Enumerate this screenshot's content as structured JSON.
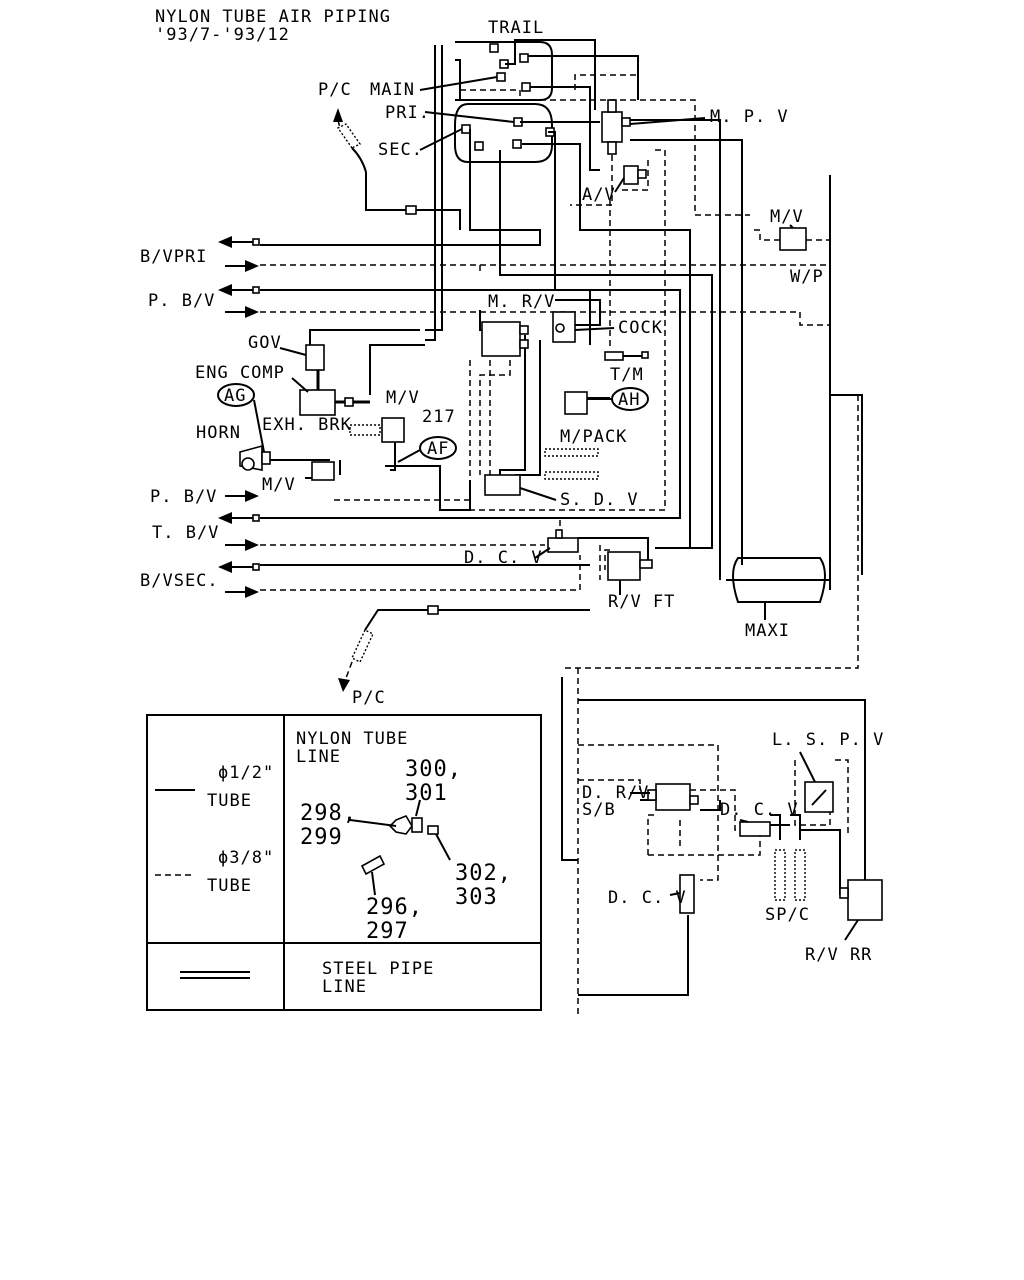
{
  "title": {
    "line1": "NYLON TUBE AIR PIPING",
    "line2": "'93/7-'93/12"
  },
  "labels": {
    "trail": "TRAIL",
    "pc_top": "P/C",
    "main": "MAIN",
    "pri": "PRI.",
    "sec": "SEC.",
    "mpv": "M. P. V",
    "av": "A/V",
    "mv_right": "M/V",
    "wp": "W/P",
    "bv_pri": "B/VPRI",
    "pbv_top": "P. B/V",
    "gov": "GOV",
    "mrv": "M. R/V",
    "cock": "COCK",
    "eng_comp": "ENG COMP",
    "tm": "T/M",
    "ag": "AG",
    "ah": "AH",
    "mv_mid": "M/V",
    "n217": "217",
    "exh_brk": "EXH. BRK",
    "horn": "HORN",
    "af": "AF",
    "mpack": "M/PACK",
    "pbv_bottom": "P. B/V",
    "mv_left": "M/V",
    "sdv": "S. D. V",
    "tbv": "T. B/V",
    "dcv_front": "D. C. V",
    "bv_sec": "B/VSEC.",
    "rv_ft": "R/V FT",
    "maxi": "MAXI",
    "pc_bottom": "P/C",
    "lspv": "L. S. P. V",
    "drv": "D. R/V",
    "sb": "S/B",
    "dcv_rear1": "D. C. V",
    "dcv_rear2": "D. C. V",
    "spc": "SP/C",
    "rv_rr": "R/V RR"
  },
  "legend": {
    "nylon_tube_line1": "NYLON TUBE",
    "nylon_tube_line2": "LINE",
    "half_inch": "ϕ1/2\"",
    "half_inch_tube": "TUBE",
    "three_eighths": "ϕ3/8\"",
    "three_eighths_tube": "TUBE",
    "parts": {
      "p300": "300,",
      "p301": "301",
      "p298": "298,",
      "p299": "299",
      "p302": "302,",
      "p303": "303",
      "p296": "296,",
      "p297": "297"
    },
    "steel_pipe1": "STEEL PIPE",
    "steel_pipe2": "LINE"
  }
}
